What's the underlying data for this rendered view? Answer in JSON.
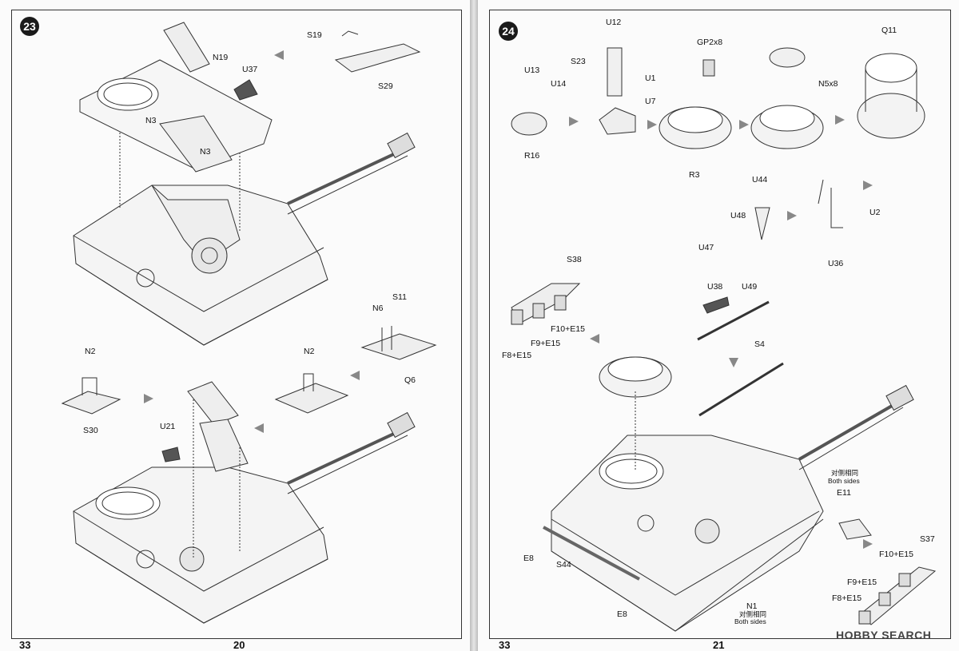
{
  "left_page": {
    "step_number": "23",
    "labels": {
      "S19": "S19",
      "N19": "N19",
      "U37": "U37",
      "S29": "S29",
      "N3a": "N3",
      "N3b": "N3",
      "S11": "S11",
      "N6": "N6",
      "Q6": "Q6",
      "N2a": "N2",
      "N2b": "N2",
      "S30": "S30",
      "U21": "U21"
    },
    "footer_left": "33",
    "footer_center": "20"
  },
  "right_page": {
    "step_number": "24",
    "labels": {
      "U12": "U12",
      "GP2x8": "GP2x8",
      "Q11": "Q11",
      "U13": "U13",
      "U14": "U14",
      "S23": "S23",
      "U1": "U1",
      "U7": "U7",
      "N5x8": "N5x8",
      "R16": "R16",
      "R3": "R3",
      "U44": "U44",
      "U48": "U48",
      "U2": "U2",
      "U47": "U47",
      "U36": "U36",
      "S38": "S38",
      "F10E15a": "F10+E15",
      "F9E15a": "F9+E15",
      "F8E15a": "F8+E15",
      "U38": "U38",
      "U49": "U49",
      "S4": "S4",
      "E11": "E11",
      "E8a": "E8",
      "S44": "S44",
      "E8b": "E8",
      "N1": "N1",
      "S37": "S37",
      "F10E15b": "F10+E15",
      "F9E15b": "F9+E15",
      "F8E15b": "F8+E15"
    },
    "both_sides_cn": "对侧相同",
    "both_sides_en": "Both sides",
    "footer_left": "33",
    "footer_center": "21"
  },
  "watermark": "HOBBY SEARCH"
}
